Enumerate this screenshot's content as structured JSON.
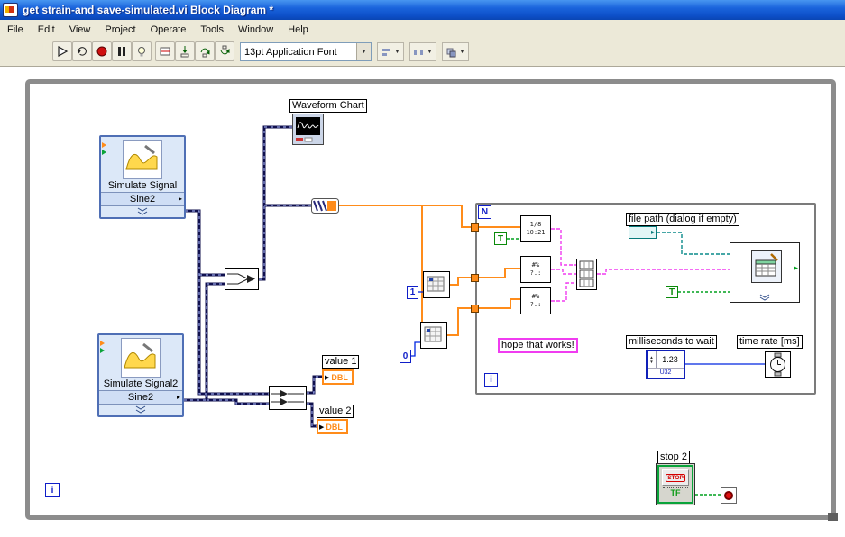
{
  "window": {
    "title": "get strain-and save-simulated.vi Block Diagram *"
  },
  "menu": {
    "items": [
      "File",
      "Edit",
      "View",
      "Project",
      "Operate",
      "Tools",
      "Window",
      "Help"
    ]
  },
  "toolbar": {
    "font": "13pt Application Font",
    "buttons": [
      "run",
      "run-continuously",
      "abort-execution",
      "pause",
      "highlight-execution",
      "retain-wire-values",
      "step-into",
      "step-over",
      "step-out"
    ],
    "dropdowns": [
      "align-objects",
      "distribute-objects",
      "reorder-objects"
    ]
  },
  "colors": {
    "title_bar": "#1a64dc",
    "dynamic_wire": "#10104e",
    "dbl_wire": "#ff8c1a",
    "string_wire": "#f03cf0",
    "bool_wire": "#00a01e",
    "int_wire": "#0026e0",
    "path_wire": "#0a8a8a"
  },
  "diagram": {
    "chart_label": "Waveform Chart",
    "sim1": {
      "name": "Simulate Signal",
      "sub": "Sine2"
    },
    "sim2": {
      "name": "Simulate Signal2",
      "sub": "Sine2"
    },
    "const_one": "1",
    "const_zero": "0",
    "t_const": "T",
    "n_label": "N",
    "i_label": "i",
    "datetime": {
      "l1": "1/8",
      "l2": "10:21"
    },
    "fmt": {
      "l1": "#%",
      "l2": "?.:"
    },
    "file_path_label": "file path (dialog if empty)",
    "hope_label": "hope that works!",
    "ms_label": "milliseconds to wait",
    "numeric": {
      "value": "1.23",
      "type": "U32"
    },
    "time_rate_label": "time rate [ms]",
    "value1_label": "value 1",
    "value2_label": "value 2",
    "dbl": "DBL",
    "stop_label": "stop 2",
    "stop_btn": {
      "text": "STOP",
      "tf": "TF"
    }
  }
}
